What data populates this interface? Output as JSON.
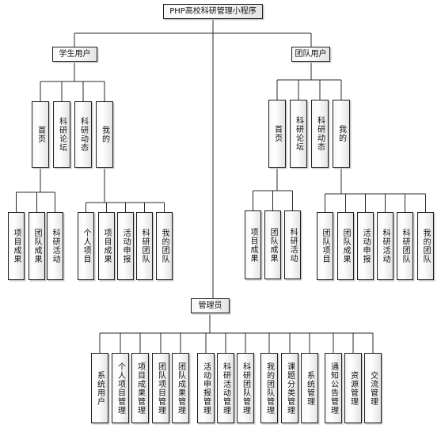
{
  "root": {
    "label": "PHP高校科研管理小程序"
  },
  "student": {
    "label": "学生用户",
    "children": [
      "首页",
      "科研论坛",
      "科研动态",
      "我的"
    ],
    "home_children": [
      "项目成果",
      "团队成果",
      "科研活动"
    ],
    "mine_children": [
      "个人项目",
      "项目成果",
      "活动申报",
      "科研团队",
      "我的团队"
    ]
  },
  "team": {
    "label": "团队用户",
    "children": [
      "首页",
      "科研论坛",
      "科研动态",
      "我的"
    ],
    "home_children": [
      "项目成果",
      "团队成果",
      "科研活动"
    ],
    "mine_children": [
      "团队项目",
      "团队成果",
      "活动申报",
      "科研活动",
      "科研团队",
      "我的团队"
    ]
  },
  "admin": {
    "label": "管理员",
    "children": [
      "系统用户",
      "个人项目管理",
      "项目成果管理",
      "团队项目管理",
      "团队成果管理",
      "活动申报管理",
      "科研活动管理",
      "科研团队管理",
      "我的团队管理",
      "课题分类管理",
      "系统管理",
      "通知公告管理",
      "资源管理",
      "交流管理"
    ]
  }
}
